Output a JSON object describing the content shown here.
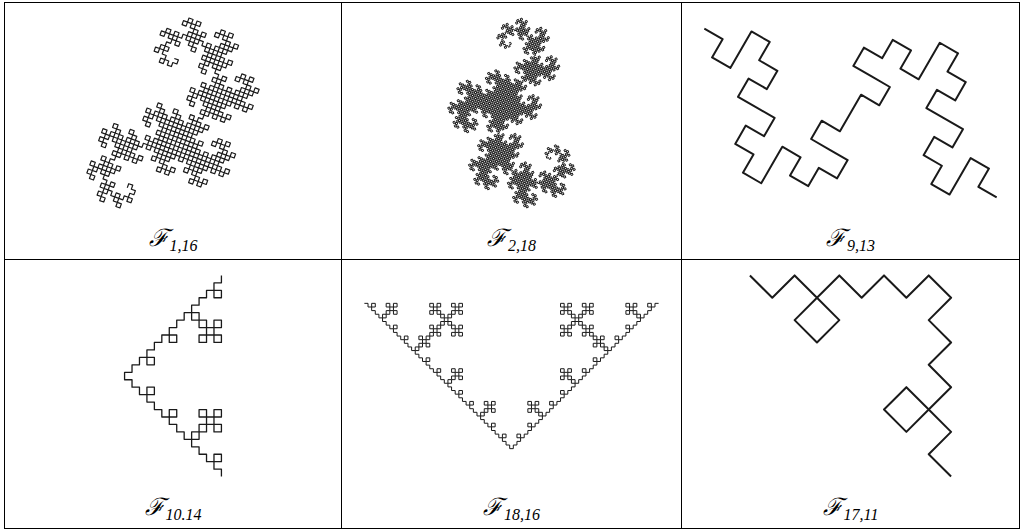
{
  "diagram": {
    "nodes": [
      {
        "text": [
          "ℱ",
          "1,16"
        ]
      },
      {
        "text": [
          "ℱ",
          "2,18"
        ]
      },
      {
        "text": [
          "ℱ",
          "9,13"
        ]
      },
      {
        "text": [
          "ℱ",
          "10.14"
        ]
      },
      {
        "text": [
          "ℱ",
          "18,16"
        ]
      },
      {
        "text": [
          "ℱ",
          "17,11"
        ]
      }
    ]
  }
}
